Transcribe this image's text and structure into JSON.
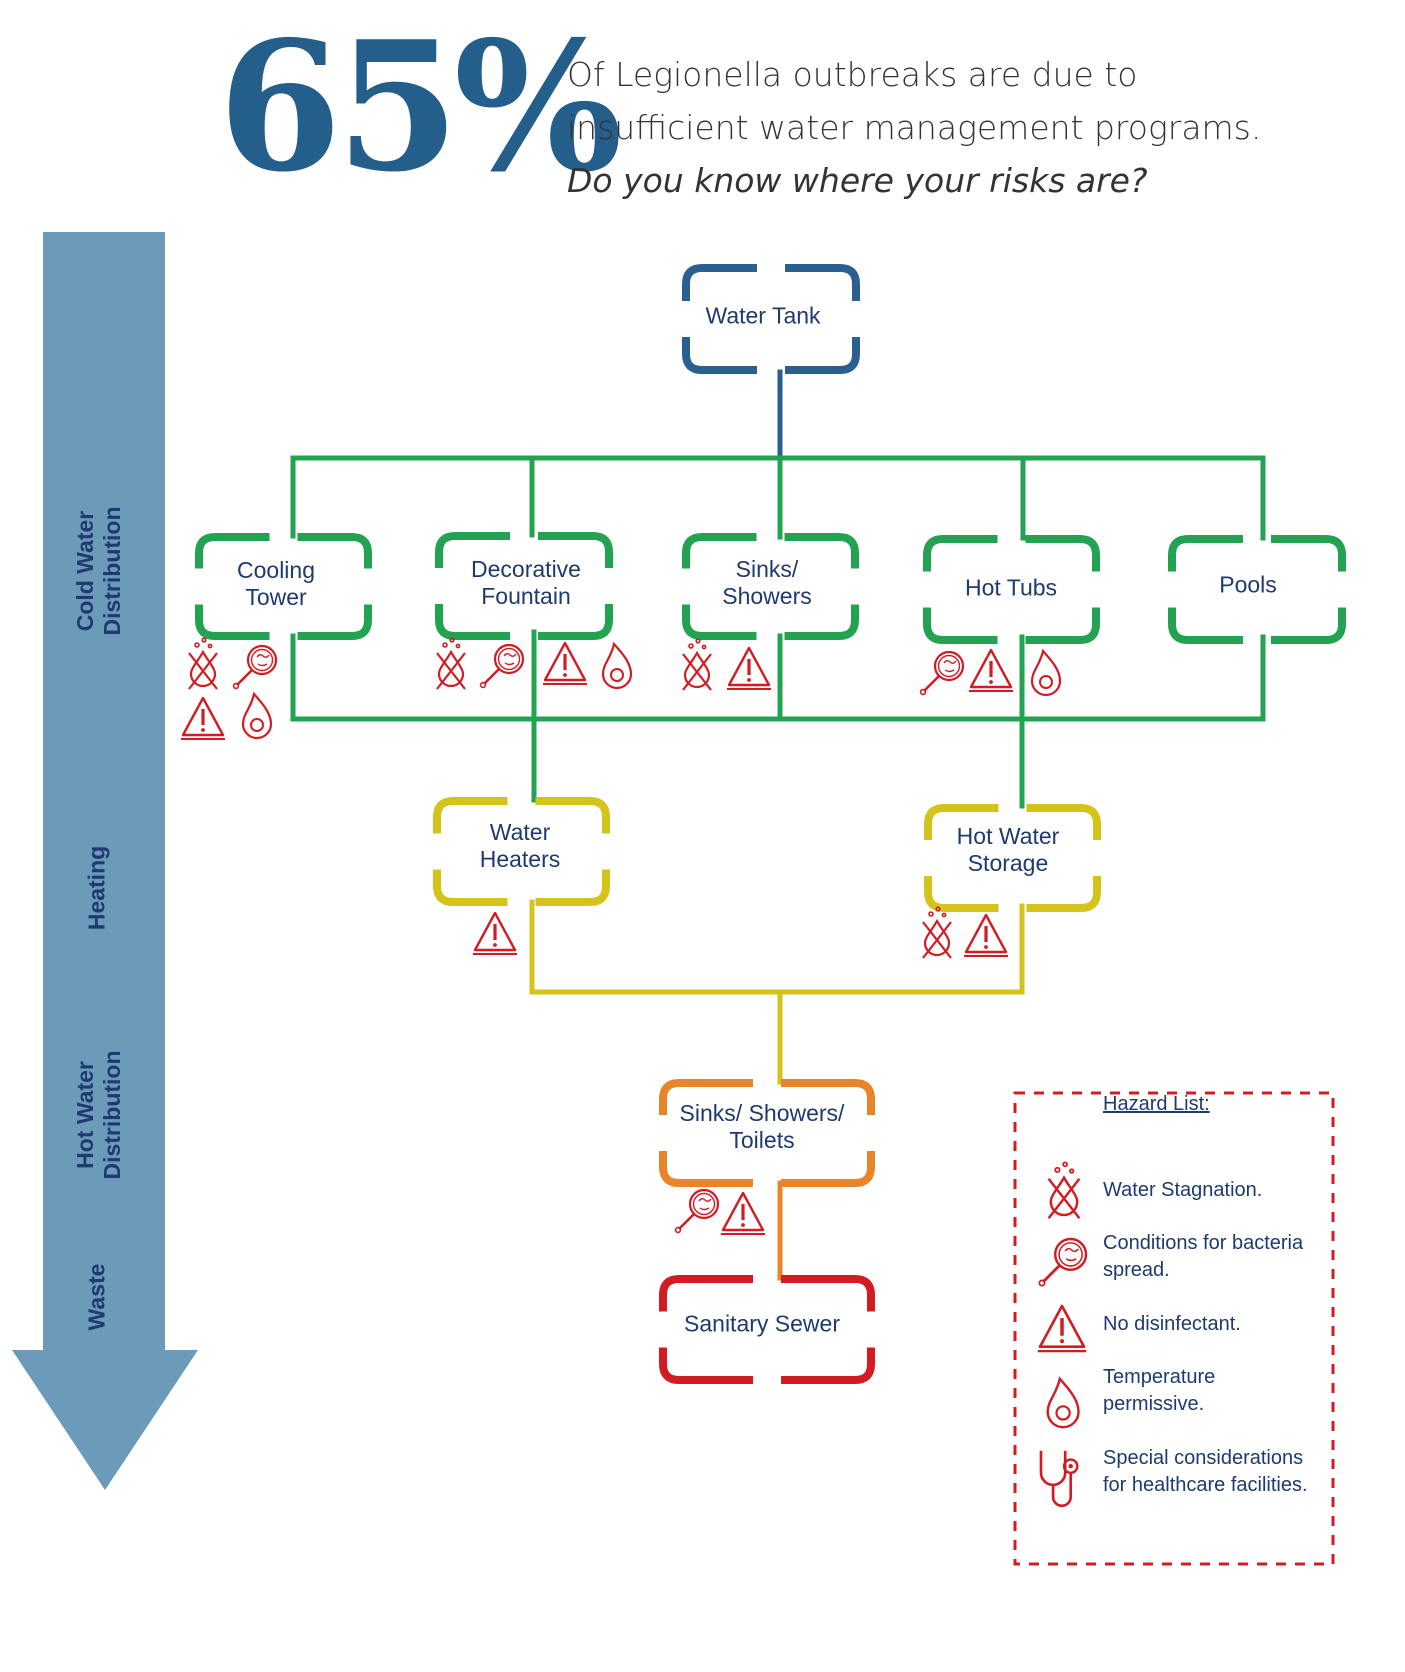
{
  "header": {
    "stat": "65%",
    "line1": "Of Legionella outbreaks are due to",
    "line2": "insufficient water management programs.",
    "question": "Do you know where your risks are?"
  },
  "stages": {
    "cold": [
      "Cold Water",
      "Distribution"
    ],
    "heating": "Heating",
    "hot": [
      "Hot Water",
      "Distribution"
    ],
    "waste": "Waste"
  },
  "colors": {
    "arrow": "#6b9bb9",
    "tank": "#2a5f8f",
    "cold": "#23a352",
    "heating": "#d4c31a",
    "hot": "#e8852a",
    "waste": "#d21c24",
    "hazard": "#d21c24",
    "text": "#1e3a6e",
    "stat": "#245f8c"
  },
  "nodes": {
    "water_tank": "Water Tank",
    "cooling_tower": [
      "Cooling",
      "Tower"
    ],
    "decorative_fountain": [
      "Decorative",
      "Fountain"
    ],
    "sinks_showers": [
      "Sinks/",
      "Showers"
    ],
    "hot_tubs": "Hot Tubs",
    "pools": "Pools",
    "water_heaters": [
      "Water",
      "Heaters"
    ],
    "hot_water_storage": [
      "Hot Water",
      "Storage"
    ],
    "sinks_showers_toilets": [
      "Sinks/ Showers/",
      "Toilets"
    ],
    "sanitary_sewer": "Sanitary Sewer"
  },
  "hazards_per_node": {
    "cooling_tower": [
      "stagnation",
      "bacteria",
      "no-disinfectant",
      "temperature"
    ],
    "decorative_fountain": [
      "stagnation",
      "bacteria",
      "no-disinfectant",
      "temperature"
    ],
    "sinks_showers": [
      "stagnation",
      "no-disinfectant"
    ],
    "hot_tubs": [
      "bacteria",
      "no-disinfectant",
      "temperature"
    ],
    "water_heaters": [
      "no-disinfectant"
    ],
    "hot_water_storage": [
      "stagnation",
      "no-disinfectant"
    ],
    "sinks_showers_toilets": [
      "bacteria",
      "no-disinfectant"
    ]
  },
  "legend": {
    "title": "Hazard List:",
    "items": [
      {
        "icon": "water-stagnation-icon",
        "lines": [
          "Water Stagnation."
        ]
      },
      {
        "icon": "bacteria-spread-icon",
        "lines": [
          "Conditions for bacteria",
          "spread."
        ]
      },
      {
        "icon": "no-disinfectant-icon",
        "lines": [
          "No disinfectant."
        ]
      },
      {
        "icon": "temperature-icon",
        "lines": [
          "Temperature",
          "permissive."
        ]
      },
      {
        "icon": "stethoscope-icon",
        "lines": [
          "Special considerations",
          "for healthcare facilities."
        ]
      }
    ]
  }
}
